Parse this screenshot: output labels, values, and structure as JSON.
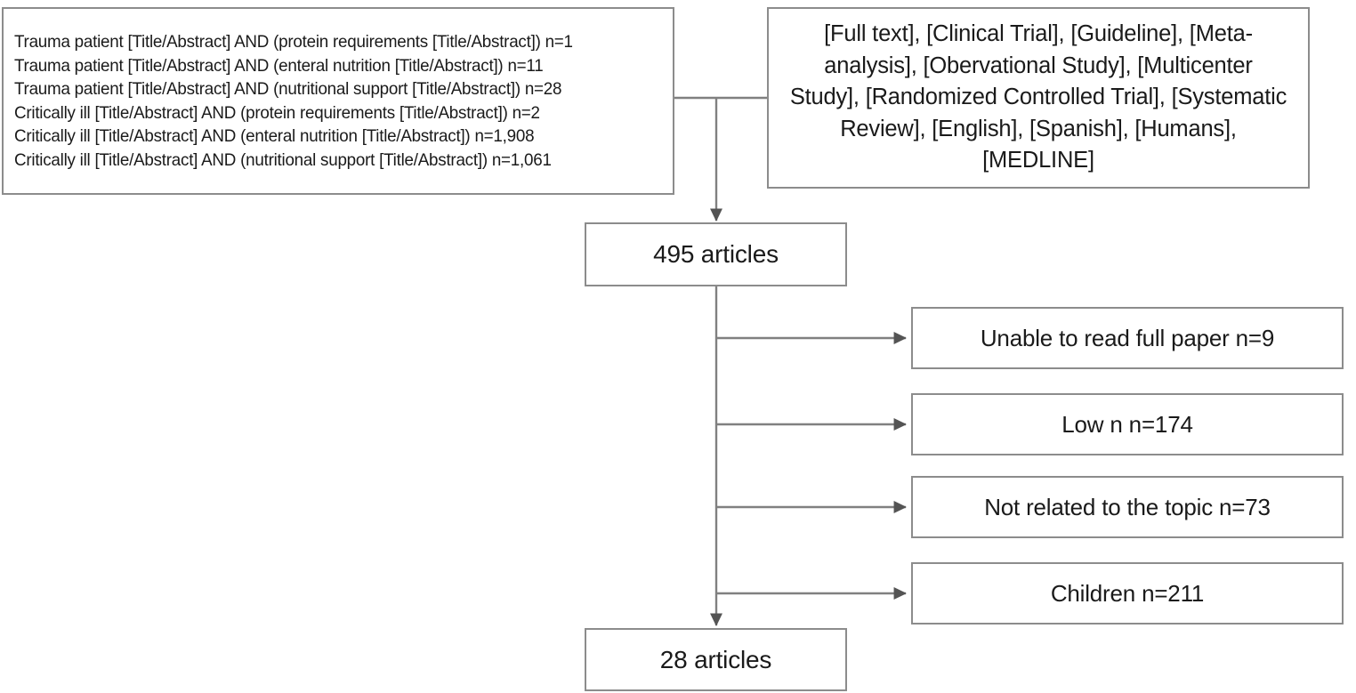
{
  "diagram": {
    "type": "prisma-flow-diagram",
    "line_color": "#808080",
    "border_color": "#8c8c8c",
    "text_color": "#1a1a1a",
    "background": "#ffffff"
  },
  "search_query_box": {
    "lines": [
      "Trauma patient [Title/Abstract] AND (protein requirements [Title/Abstract]) n=1",
      "Trauma patient [Title/Abstract] AND (enteral nutrition [Title/Abstract]) n=11",
      "Trauma patient [Title/Abstract] AND (nutritional support [Title/Abstract]) n=28",
      "Critically ill [Title/Abstract] AND (protein requirements [Title/Abstract]) n=2",
      "Critically ill [Title/Abstract] AND (enteral nutrition [Title/Abstract]) n=1,908",
      "Critically ill [Title/Abstract] AND (nutritional support [Title/Abstract]) n=1,061"
    ]
  },
  "filters_box": {
    "text": "[Full text], [Clinical Trial], [Guideline], [Meta-analysis], [Obervational Study], [Multicenter Study], [Randomized Controlled Trial], [Systematic Review], [English], [Spanish], [Humans], [MEDLINE]",
    "items": [
      "[Full text]",
      "[Clinical Trial]",
      "[Guideline]",
      "[Meta-analysis]",
      "[Obervational Study]",
      "[Multicenter Study]",
      "[Randomized Controlled Trial]",
      "[Systematic Review]",
      "[English]",
      "[Spanish]",
      "[Humans]",
      "[MEDLINE]"
    ]
  },
  "articles_initial": {
    "label": "495 articles",
    "count": 495
  },
  "articles_final": {
    "label": "28 articles",
    "count": 28
  },
  "exclusions": [
    {
      "label": "Unable to read full paper n=9",
      "reason": "Unable to read full paper",
      "n": 9
    },
    {
      "label": "Low n n=174",
      "reason": "Low n",
      "n": 174
    },
    {
      "label": "Not related to the topic n=73",
      "reason": "Not related to the topic",
      "n": 73
    },
    {
      "label": "Children n=211",
      "reason": "Children",
      "n": 211
    }
  ]
}
